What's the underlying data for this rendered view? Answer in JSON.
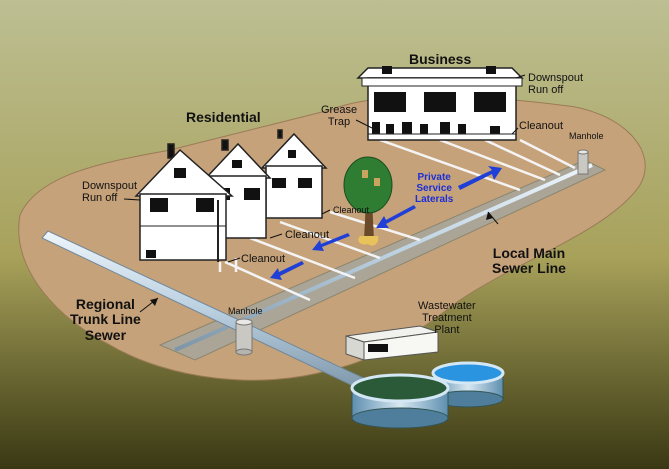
{
  "labels": {
    "business": "Business",
    "residential": "Residential",
    "downspout_business": "Downspout\nRun off",
    "downspout_residential": "Downspout\nRun off",
    "grease_trap": "Grease\nTrap",
    "cleanout_business": "Cleanout",
    "manhole_top": "Manhole",
    "cleanout_small": "Cleanout",
    "private_laterals": "Private\nService\nLaterals",
    "cleanout_mid": "Cleanout",
    "cleanout_low": "Cleanout",
    "local_main": "Local Main\nSewer Line",
    "regional_trunk": "Regional\nTrunk Line\nSewer",
    "manhole_bottom": "Manhole",
    "treatment_plant": "Wastewater\nTreatment\nPlant"
  },
  "colors": {
    "bg_top": "#b7b98a",
    "bg_bottom": "#3c3a12",
    "ground": "#c6a47a",
    "pipe": "#b9cfe0",
    "arrow": "#1f3fd6",
    "tree": "#2e7d32"
  }
}
